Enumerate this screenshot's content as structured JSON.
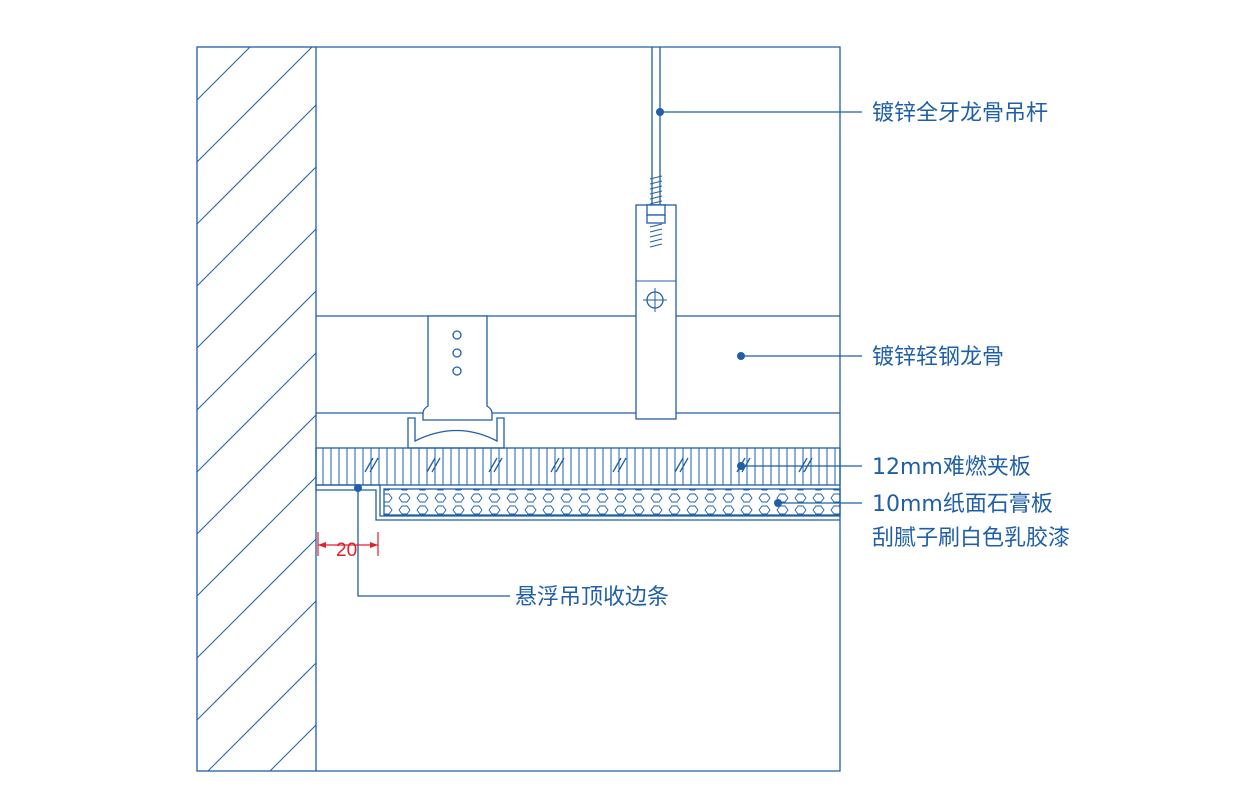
{
  "labels": {
    "rod": "镀锌全牙龙骨吊杆",
    "keel": "镀锌轻钢龙骨",
    "plywood": "12mm难燃夹板",
    "gypsum_line1": "10mm纸面石膏板",
    "gypsum_line2": "刮腻子刷白色乳胶漆",
    "edge_strip": "悬浮吊顶收边条"
  },
  "dimension": {
    "value": "20"
  },
  "colors": {
    "line": "#1f5fa8",
    "dimension": "#e0202a",
    "background": "#ffffff"
  }
}
